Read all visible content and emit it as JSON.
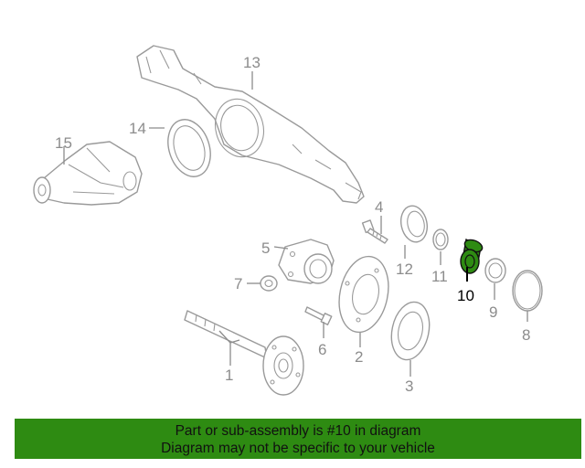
{
  "diagram": {
    "callouts": [
      {
        "id": "1",
        "label": "1"
      },
      {
        "id": "2",
        "label": "2"
      },
      {
        "id": "3",
        "label": "3"
      },
      {
        "id": "4",
        "label": "4"
      },
      {
        "id": "5",
        "label": "5"
      },
      {
        "id": "6",
        "label": "6"
      },
      {
        "id": "7",
        "label": "7"
      },
      {
        "id": "8",
        "label": "8"
      },
      {
        "id": "9",
        "label": "9"
      },
      {
        "id": "10",
        "label": "10",
        "highlighted": true
      },
      {
        "id": "11",
        "label": "11"
      },
      {
        "id": "12",
        "label": "12"
      },
      {
        "id": "13",
        "label": "13"
      },
      {
        "id": "14",
        "label": "14"
      },
      {
        "id": "15",
        "label": "15"
      }
    ],
    "highlight_color": "#2e8b12",
    "line_color": "#9a9a9a"
  },
  "banner": {
    "line1": "Part or sub-assembly is #10 in diagram",
    "line2": "Diagram may not be specific to your vehicle",
    "background": "#2e8b12"
  }
}
